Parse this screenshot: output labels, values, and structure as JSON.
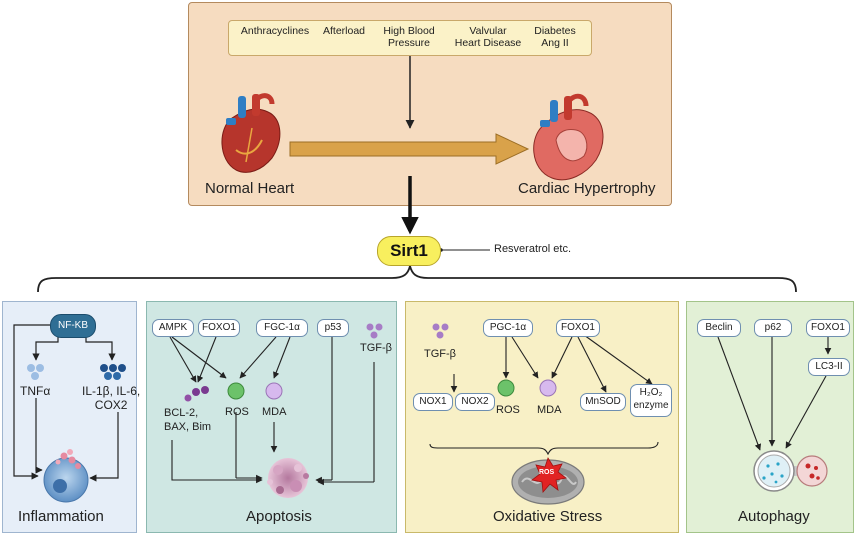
{
  "risk_factors": [
    "Anthracyclines",
    "Afterload",
    "High Blood\nPressure",
    "Valvular\nHeart Disease",
    "Diabetes\nAng II"
  ],
  "normal_heart": "Normal Heart",
  "cardiac_hypertrophy": "Cardiac Hypertrophy",
  "center": {
    "sirt1": "Sirt1",
    "resveratrol": "Resveratrol etc."
  },
  "inflammation": {
    "title": "Inflammation",
    "nfkb": "NF-KB",
    "tnfa": "TNFα",
    "il": "IL-1β, IL-6,\nCOX2"
  },
  "apoptosis": {
    "title": "Apoptosis",
    "ampk": "AMPK",
    "foxo1": "FOXO1",
    "fgc": "FGC-1α",
    "p53": "p53",
    "tgfb": "TGF-β",
    "bcl": "BCL-2,\nBAX, Bim",
    "ros": "ROS",
    "mda": "MDA"
  },
  "oxidative": {
    "title": "Oxidative Stress",
    "tgfb": "TGF-β",
    "pgc": "PGC-1α",
    "foxo1": "FOXO1",
    "nox1": "NOX1",
    "nox2": "NOX2",
    "ros": "ROS",
    "mda": "MDA",
    "mnsod": "MnSOD",
    "h2o2": "H₂O₂\nenzyme",
    "ros_badge": "ROS"
  },
  "autophagy": {
    "title": "Autophagy",
    "beclin": "Beclin",
    "p62": "p62",
    "foxo1": "FOXO1",
    "lc3": "LC3-II"
  },
  "colors": {
    "top_panel": "#f6dcc0",
    "inflammation_panel": "#e6eef8",
    "apoptosis_panel": "#cfe7e3",
    "oxidative_panel": "#f8f0c6",
    "autophagy_panel": "#e2f0d6",
    "sirt1": "#f8ef5e",
    "nfkb": "#2f6e94"
  }
}
